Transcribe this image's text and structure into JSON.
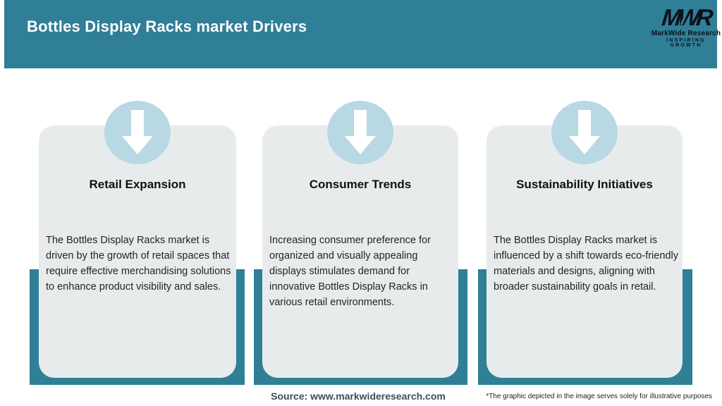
{
  "header": {
    "title": "Bottles Display Racks market Drivers",
    "logo": {
      "monogram": "MWR",
      "name": "MarkWide Research",
      "tagline": "INSPIRING GROWTH"
    }
  },
  "cards": [
    {
      "icon": "down-arrow-icon",
      "title": "Retail Expansion",
      "body": "The Bottles Display Racks market is driven by the growth of retail spaces that require effective merchandising solutions to enhance product visibility and sales."
    },
    {
      "icon": "down-arrow-icon",
      "title": "Consumer Trends",
      "body": "Increasing consumer preference for organized and visually appealing displays stimulates demand for innovative Bottles Display Racks in various retail environments."
    },
    {
      "icon": "down-arrow-icon",
      "title": "Sustainability Initiatives",
      "body": "The Bottles Display Racks market is influenced by a shift towards eco-friendly materials and designs, aligning with broader sustainability goals in retail."
    }
  ],
  "footer": {
    "source": "Source: www.markwideresearch.com",
    "disclaimer": "*The graphic depicted in the image serves solely for illustrative purposes"
  },
  "colors": {
    "header_teal": "#2f7f96",
    "backing_teal": "#2f7f96",
    "card_gray": "#e8ebec",
    "circle_blue": "#b8d8e4",
    "title_text": "#ffffff",
    "source_text": "#3e4f58"
  }
}
